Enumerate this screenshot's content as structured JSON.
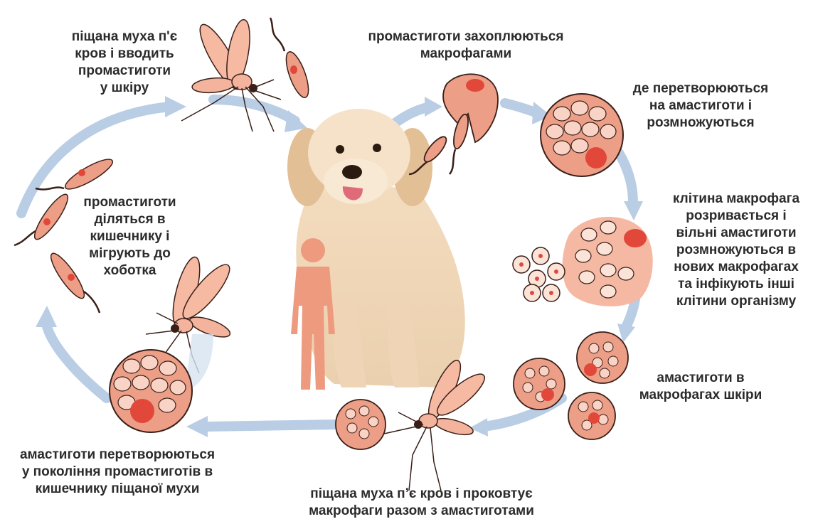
{
  "colors": {
    "arrow": "#b9cde5",
    "cell_fill": "#ec9e86",
    "cell_stroke": "#3a1f18",
    "nucleus": "#e2483a",
    "insect_body": "#f3b39c",
    "human": "#ee9a7e",
    "text": "#2b2b2b"
  },
  "labels": {
    "sandfly_feeds": "піщана муха п'є\nкров і вводить\nпромастиготи\nу шкіру",
    "promastigotes_engulfed": "промастиготи захоплюються\nмакрофагами",
    "transform_multiply": "де перетворюються\nна амастиготи і\nрозмножуються",
    "macrophage_bursts": "клітина макрофага\nрозривається і\nвільні амастиготи\nрозмножуються в\nнових макрофагах\nта інфікують інші\nклітини організму",
    "skin_amastigotes": "амастиготи в\nмакрофагах шкіри",
    "sandfly_ingests": "піщана муха п’є кров і проковтує\nмакрофаги разом з амастиготами",
    "transform_in_gut": "амастиготи перетворюються\nу покоління промастиготів в\nкишечнику піщаної мухи",
    "divide_migrate": "промастиготи\nділяться в\nкишечнику і\nмігрують до\nхоботка"
  }
}
